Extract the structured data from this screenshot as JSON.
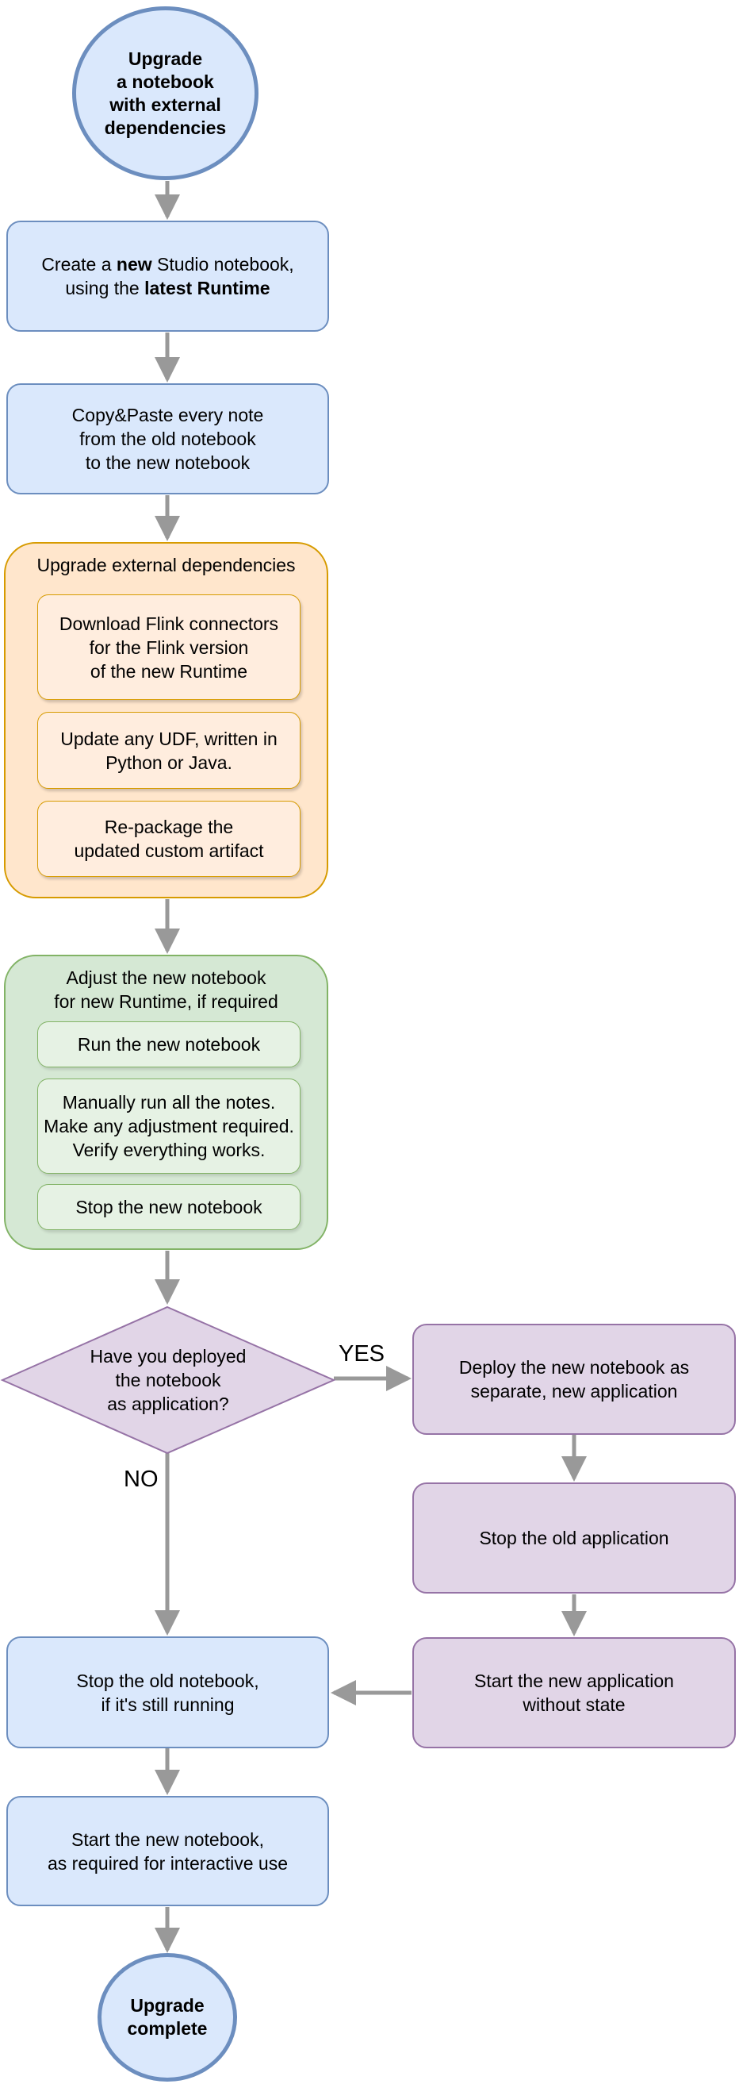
{
  "colors": {
    "blue_fill": "#DAE8FC",
    "blue_border": "#6C8EBF",
    "orange_fill": "#FFE6CC",
    "orange_border": "#D79B00",
    "orange_sub_fill": "#FFEDDE",
    "green_fill": "#D5E8D4",
    "green_border": "#82B366",
    "green_sub_fill": "#E6F2E4",
    "purple_fill": "#E1D5E7",
    "purple_border": "#9673A6",
    "arrow_color": "#999999",
    "text_color": "#000000"
  },
  "nodes": {
    "start": {
      "lines": [
        "Upgrade",
        "a notebook",
        "with external",
        "dependencies"
      ]
    },
    "create_notebook": {
      "l1_pre": "Create a ",
      "l1_bold": "new",
      "l1_post": " Studio notebook,",
      "l2_pre": "using the ",
      "l2_bold": "latest Runtime"
    },
    "copy_paste": {
      "lines": [
        "Copy&Paste every note",
        "from the old notebook",
        "to the new notebook"
      ]
    },
    "upgrade_deps": {
      "title": "Upgrade external dependencies",
      "download_connectors": {
        "lines": [
          "Download Flink connectors",
          "for the Flink version",
          "of the new Runtime"
        ]
      },
      "update_udf": {
        "lines": [
          "Update any UDF, written in",
          "Python or Java."
        ]
      },
      "repackage": {
        "lines": [
          "Re-package the",
          "updated custom artifact"
        ]
      }
    },
    "adjust_notebook": {
      "title_lines": [
        "Adjust the new notebook",
        "for new Runtime, if required"
      ],
      "run_notebook": {
        "lines": [
          "Run the new notebook"
        ]
      },
      "manual_run": {
        "lines": [
          "Manually run all the notes.",
          "Make any adjustment required.",
          "Verify everything works."
        ]
      },
      "stop_notebook": {
        "lines": [
          "Stop the new notebook"
        ]
      }
    },
    "decision": {
      "lines": [
        "Have you deployed",
        "the notebook",
        "as application?"
      ]
    },
    "deploy_app": {
      "lines": [
        "Deploy the new notebook as",
        "separate, new application"
      ]
    },
    "stop_old_app": {
      "lines": [
        "Stop the old application"
      ]
    },
    "start_new_app": {
      "lines": [
        "Start the new application",
        "without state"
      ]
    },
    "stop_old_notebook": {
      "lines": [
        "Stop the old notebook,",
        "if it's still running"
      ]
    },
    "start_new_notebook": {
      "lines": [
        "Start the new notebook,",
        "as required for interactive use"
      ]
    },
    "end": {
      "lines": [
        "Upgrade",
        "complete"
      ]
    }
  },
  "edge_labels": {
    "yes": "YES",
    "no": "NO"
  }
}
